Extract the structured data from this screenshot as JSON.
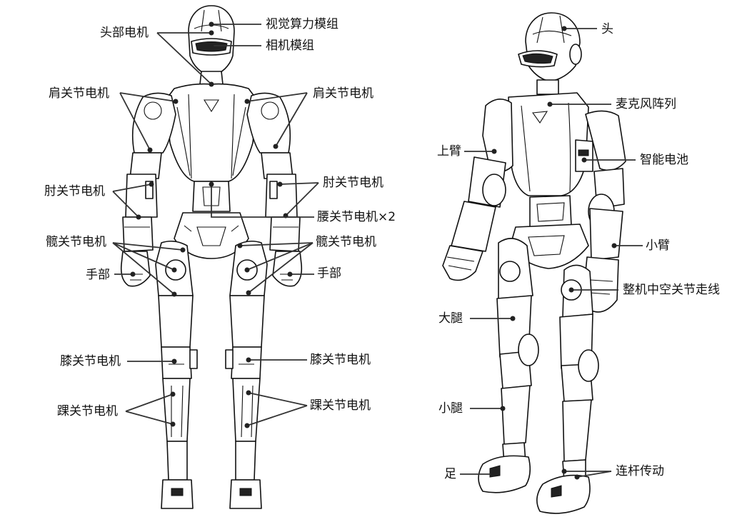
{
  "front_labels": {
    "vision_module": "视觉算力模组",
    "head_motor": "头部电机",
    "camera_module": "相机模组",
    "shoulder_left": "肩关节电机",
    "shoulder_right": "肩关节电机",
    "elbow_left": "肘关节电机",
    "elbow_right": "肘关节电机",
    "waist": "腰关节电机×2",
    "hip_left": "髋关节电机",
    "hip_right": "髋关节电机",
    "hand_left": "手部",
    "hand_right": "手部",
    "knee_left": "膝关节电机",
    "knee_right": "膝关节电机",
    "ankle_left": "踝关节电机",
    "ankle_right": "踝关节电机"
  },
  "side_labels": {
    "head": "头",
    "mic_array": "麦克风阵列",
    "upper_arm": "上臂",
    "battery": "智能电池",
    "forearm": "小臂",
    "hollow_joint_wiring": "整机中空关节走线",
    "thigh": "大腿",
    "shank": "小腿",
    "foot": "足",
    "linkage": "连杆传动"
  }
}
